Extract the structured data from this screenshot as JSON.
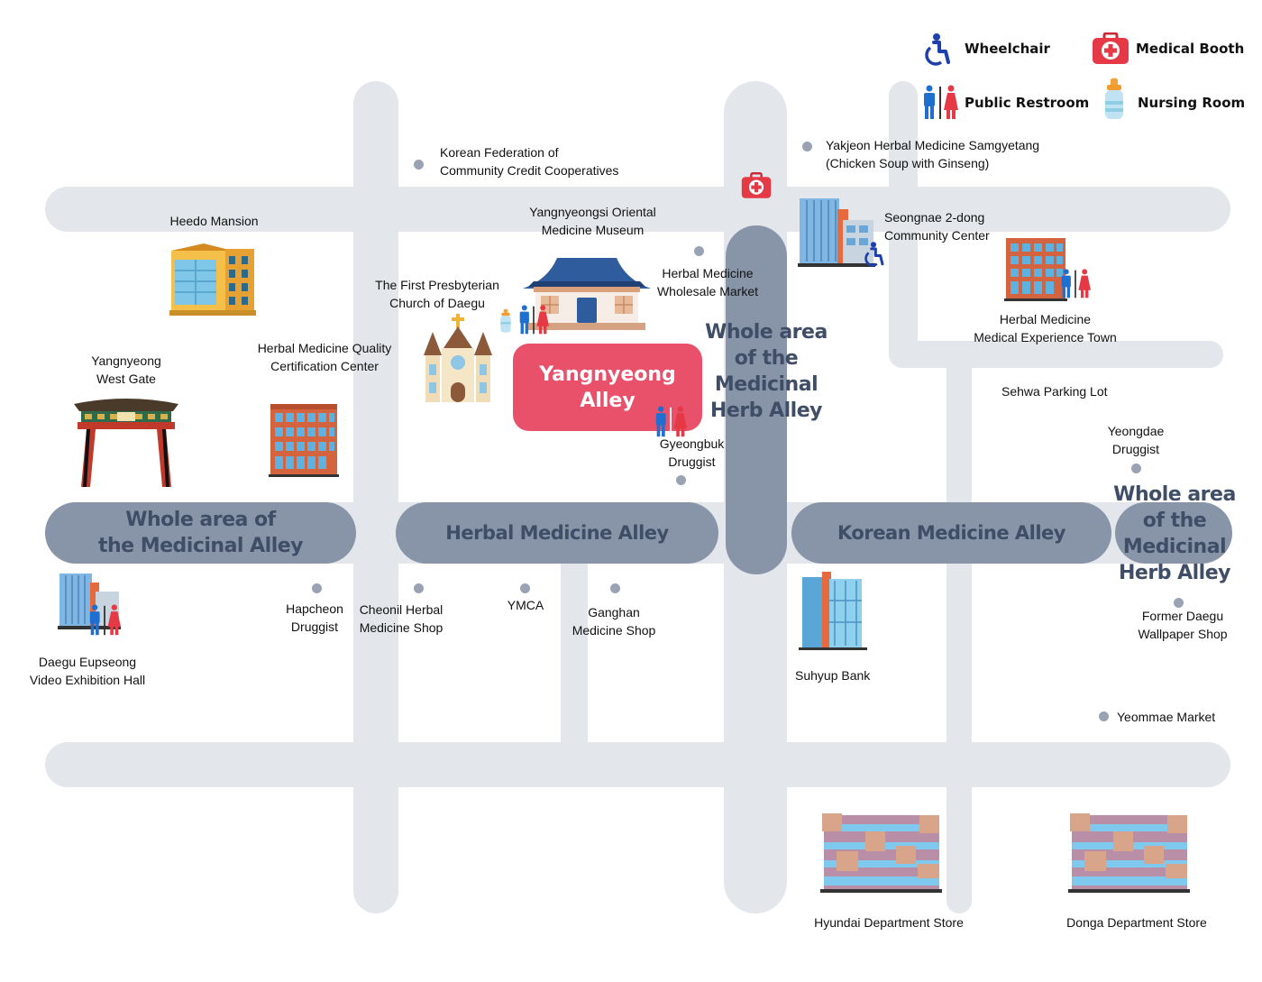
{
  "legend": {
    "wheelchair": "Wheelchair",
    "medical_booth": "Medical Booth",
    "public_restroom": "Public Restroom",
    "nursing_room": "Nursing Room"
  },
  "highlight": {
    "title": "Yangnyeong\nAlley"
  },
  "area_labels": {
    "medicinal_alley": "Whole area of\nthe Medicinal Alley",
    "herbal_medicine_alley": "Herbal Medicine Alley",
    "korean_medicine_alley": "Korean Medicine Alley",
    "herb_alley_center": "Whole area\nof the\nMedicinal\nHerb Alley",
    "herb_alley_east": "Whole area\nof the\nMedicinal\nHerb Alley"
  },
  "places": {
    "korean_federation": "Korean Federation of\nCommunity Credit Cooperatives",
    "yakjeon": "Yakjeon Herbal Medicine Samgyetang\n(Chicken Soup with Ginseng)",
    "heedo_mansion": "Heedo Mansion",
    "oriental_museum": "Yangnyeongsi Oriental\nMedicine Museum",
    "seongnae_center": "Seongnae 2-dong\nCommunity Center",
    "herbal_wholesale": "Herbal Medicine\nWholesale Market",
    "first_presbyterian": "The First Presbyterian\nChurch of Daegu",
    "experience_town": "Herbal Medicine\nMedical Experience Town",
    "west_gate": "Yangnyeong\nWest Gate",
    "quality_center": "Herbal Medicine Quality\nCertification Center",
    "sehwa_parking": "Sehwa Parking Lot",
    "yeongdae_druggist": "Yeongdae\nDruggist",
    "gyeongbuk_druggist": "Gyeongbuk\nDruggist",
    "hapcheon_druggist": "Hapcheon\nDruggist",
    "cheonil_shop": "Cheonil Herbal\nMedicine Shop",
    "ymca": "YMCA",
    "ganghan_shop": "Ganghan\nMedicine Shop",
    "former_wallpaper": "Former Daegu\nWallpaper Shop",
    "eupseong_hall": "Daegu Eupseong\nVideo Exhibition Hall",
    "suhyup_bank": "Suhyup Bank",
    "yeommae_market": "Yeommae Market",
    "hyundai_store": "Hyundai Department Store",
    "donga_store": "Donga Department Store"
  },
  "colors": {
    "road": "#e3e6eb",
    "alley_pill": "#8895a8",
    "alley_text": "#3f4d66",
    "highlight": "#e9506a",
    "marker": "#9aa3b3",
    "wheelchair_blue": "#1e3fae",
    "medical_red": "#e53945",
    "restroom_male": "#1f6fd1",
    "restroom_female": "#e53945"
  },
  "icons": [
    "wheelchair-icon",
    "medical-booth-icon",
    "public-restroom-icon",
    "nursing-room-icon"
  ]
}
